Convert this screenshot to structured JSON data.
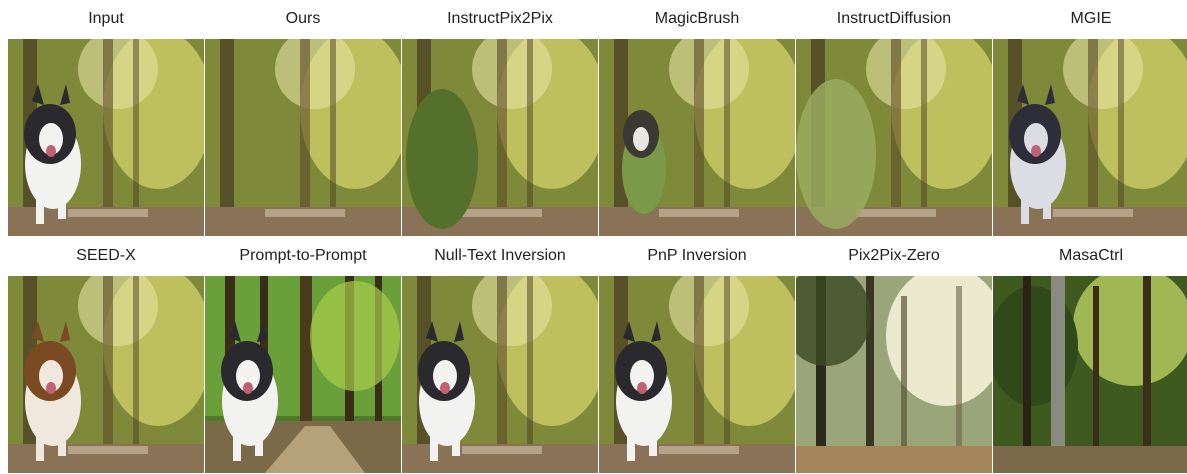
{
  "grid": {
    "rows": [
      {
        "cells": [
          {
            "label": "Input",
            "variant": "dog-blur",
            "dog": "husky"
          },
          {
            "label": "Ours",
            "variant": "dog-removed-blur",
            "dog": "none"
          },
          {
            "label": "InstructPix2Pix",
            "variant": "bush-blur",
            "dog": "bush"
          },
          {
            "label": "MagicBrush",
            "variant": "dog-blur",
            "dog": "green-husky"
          },
          {
            "label": "InstructDiffusion",
            "variant": "smeared-blur",
            "dog": "smear"
          },
          {
            "label": "MGIE",
            "variant": "dog-blur",
            "dog": "dark-husky"
          }
        ]
      },
      {
        "cells": [
          {
            "label": "SEED-X",
            "variant": "dog-blur",
            "dog": "brown-dog"
          },
          {
            "label": "Prompt-to-Prompt",
            "variant": "sharp-forest",
            "dog": "husky"
          },
          {
            "label": "Null-Text Inversion",
            "variant": "dog-blur",
            "dog": "husky"
          },
          {
            "label": "PnP Inversion",
            "variant": "dog-blur",
            "dog": "husky"
          },
          {
            "label": "Pix2Pix-Zero",
            "variant": "misty-forest",
            "dog": "none"
          },
          {
            "label": "MasaCtrl",
            "variant": "dense-forest",
            "dog": "none"
          }
        ]
      }
    ]
  },
  "colors": {
    "foliage": "#b8c05a",
    "trunk": "#4a3e22",
    "ground": "#8a7256",
    "husky_dark": "#2a2a2e",
    "husky_light": "#f2f2f0"
  }
}
